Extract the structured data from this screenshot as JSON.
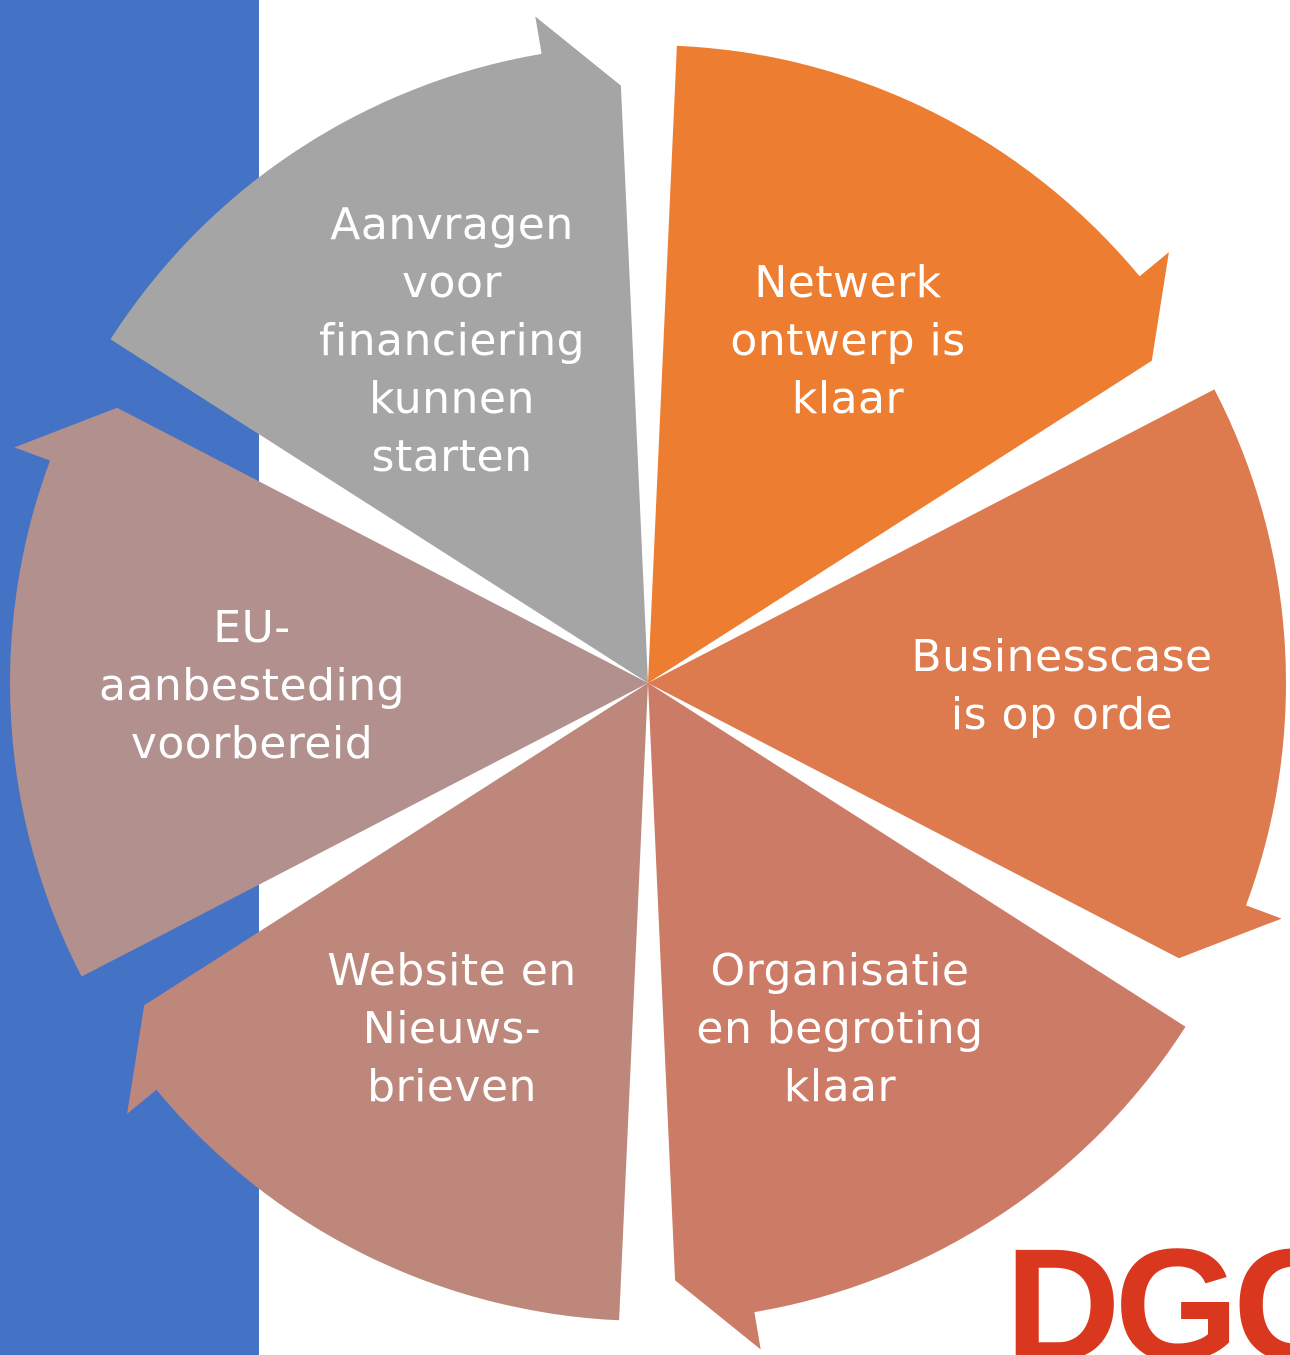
{
  "cycle": {
    "segments": [
      {
        "lines": [
          "Netwerk",
          "ontwerp is",
          "klaar"
        ],
        "color": "#ed7d31"
      },
      {
        "lines": [
          "Businesscase",
          "is op orde"
        ],
        "color": "#dd7a4e"
      },
      {
        "lines": [
          "Organisatie",
          "en begroting",
          "klaar"
        ],
        "color": "#cc7b66"
      },
      {
        "lines": [
          "Website en",
          "Nieuws-",
          "brieven"
        ],
        "color": "#bd877b"
      },
      {
        "lines": [
          "EU-",
          "aanbesteding",
          "voorbereid"
        ],
        "color": "#b1908d"
      },
      {
        "lines": [
          "Aanvragen",
          "voor",
          "financiering",
          "kunnen",
          "starten"
        ],
        "color": "#a5a5a5"
      }
    ]
  },
  "background": {
    "sidebar_color": "#4472c4"
  },
  "logo": {
    "text": "DGG",
    "color": "#d9381e"
  }
}
